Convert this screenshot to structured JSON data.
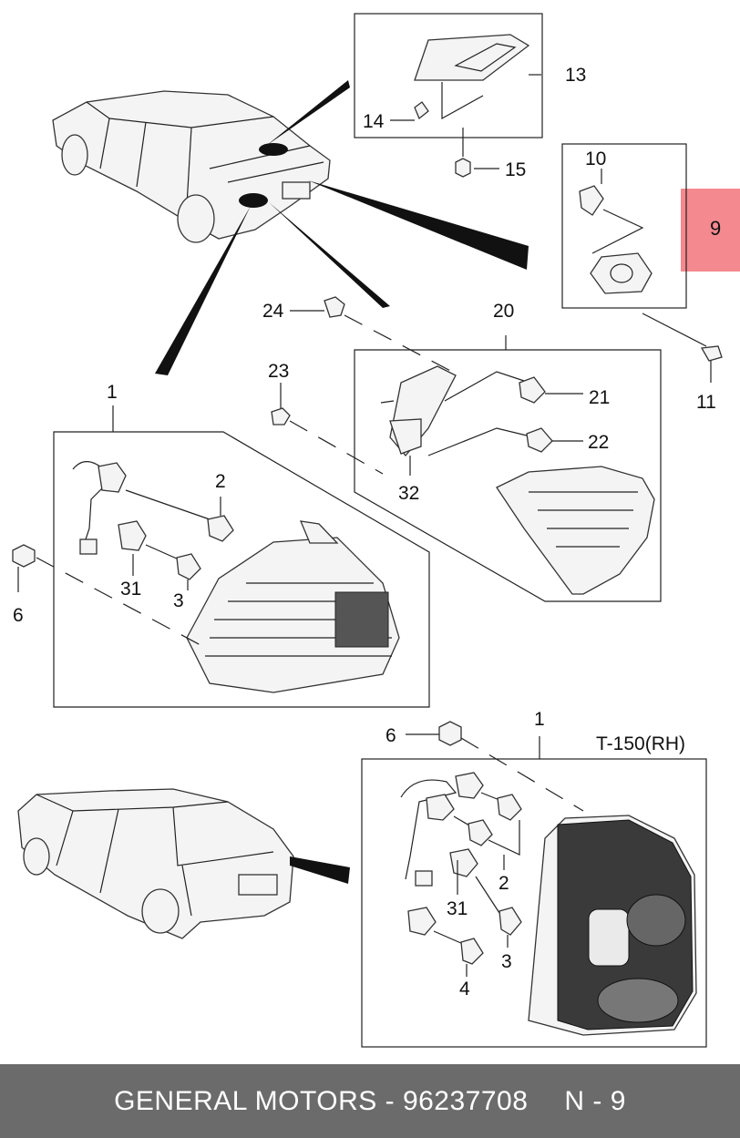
{
  "diagram": {
    "labels": {
      "13": "13",
      "14": "14",
      "15": "15",
      "10": "10",
      "9": "9",
      "11": "11",
      "24": "24",
      "20": "20",
      "23": "23",
      "21": "21",
      "22": "22",
      "32": "32",
      "1_top": "1",
      "2_top": "2",
      "31_top": "31",
      "3_top": "3",
      "6_top": "6",
      "6_bottom": "6",
      "1_bottom": "1",
      "2_bottom": "2",
      "31_bottom": "31",
      "3_bottom": "3",
      "4": "4"
    },
    "variant": "T-150(RH)",
    "highlight_color": "#f4898f"
  },
  "footer": {
    "part_text": "GENERAL MOTORS - 96237708",
    "ref_text": "N - 9"
  }
}
